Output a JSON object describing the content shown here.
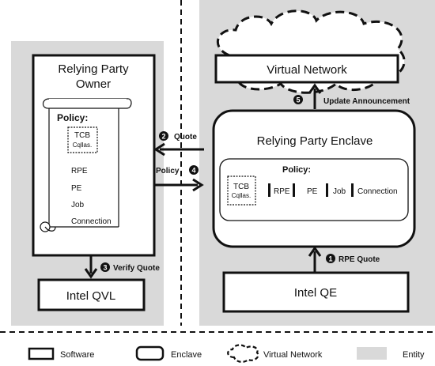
{
  "left": {
    "owner_title_line1": "Relying Party",
    "owner_title_line2": "Owner",
    "policy_heading": "Policy:",
    "tcb_line1": "TCB",
    "tcb_line2": "Cqllas.",
    "policy_items": [
      "RPE",
      "PE",
      "Job",
      "Connection"
    ],
    "qvl_label": "Intel QVL"
  },
  "right": {
    "virtual_network_label": "Virtual Network",
    "enclave_label": "Relying Party Enclave",
    "policy_heading": "Policy:",
    "tcb_line1": "TCB",
    "tcb_line2": "Cqllas.",
    "policy_items": [
      "RPE",
      "PE",
      "Job",
      "Connection"
    ],
    "qe_label": "Intel QE"
  },
  "steps": [
    {
      "num": "1",
      "label": "RPE Quote"
    },
    {
      "num": "2",
      "label": "Quote"
    },
    {
      "num": "3",
      "label": "Verify Quote"
    },
    {
      "num": "4",
      "label": "Policy"
    },
    {
      "num": "5",
      "label": "Update Announcement"
    }
  ],
  "legend": {
    "software": "Software",
    "enclave": "Enclave",
    "virtual_network": "Virtual Network",
    "entity": "Entity"
  },
  "colors": {
    "entity_fill": "#d9d9d9",
    "line": "#111111"
  }
}
